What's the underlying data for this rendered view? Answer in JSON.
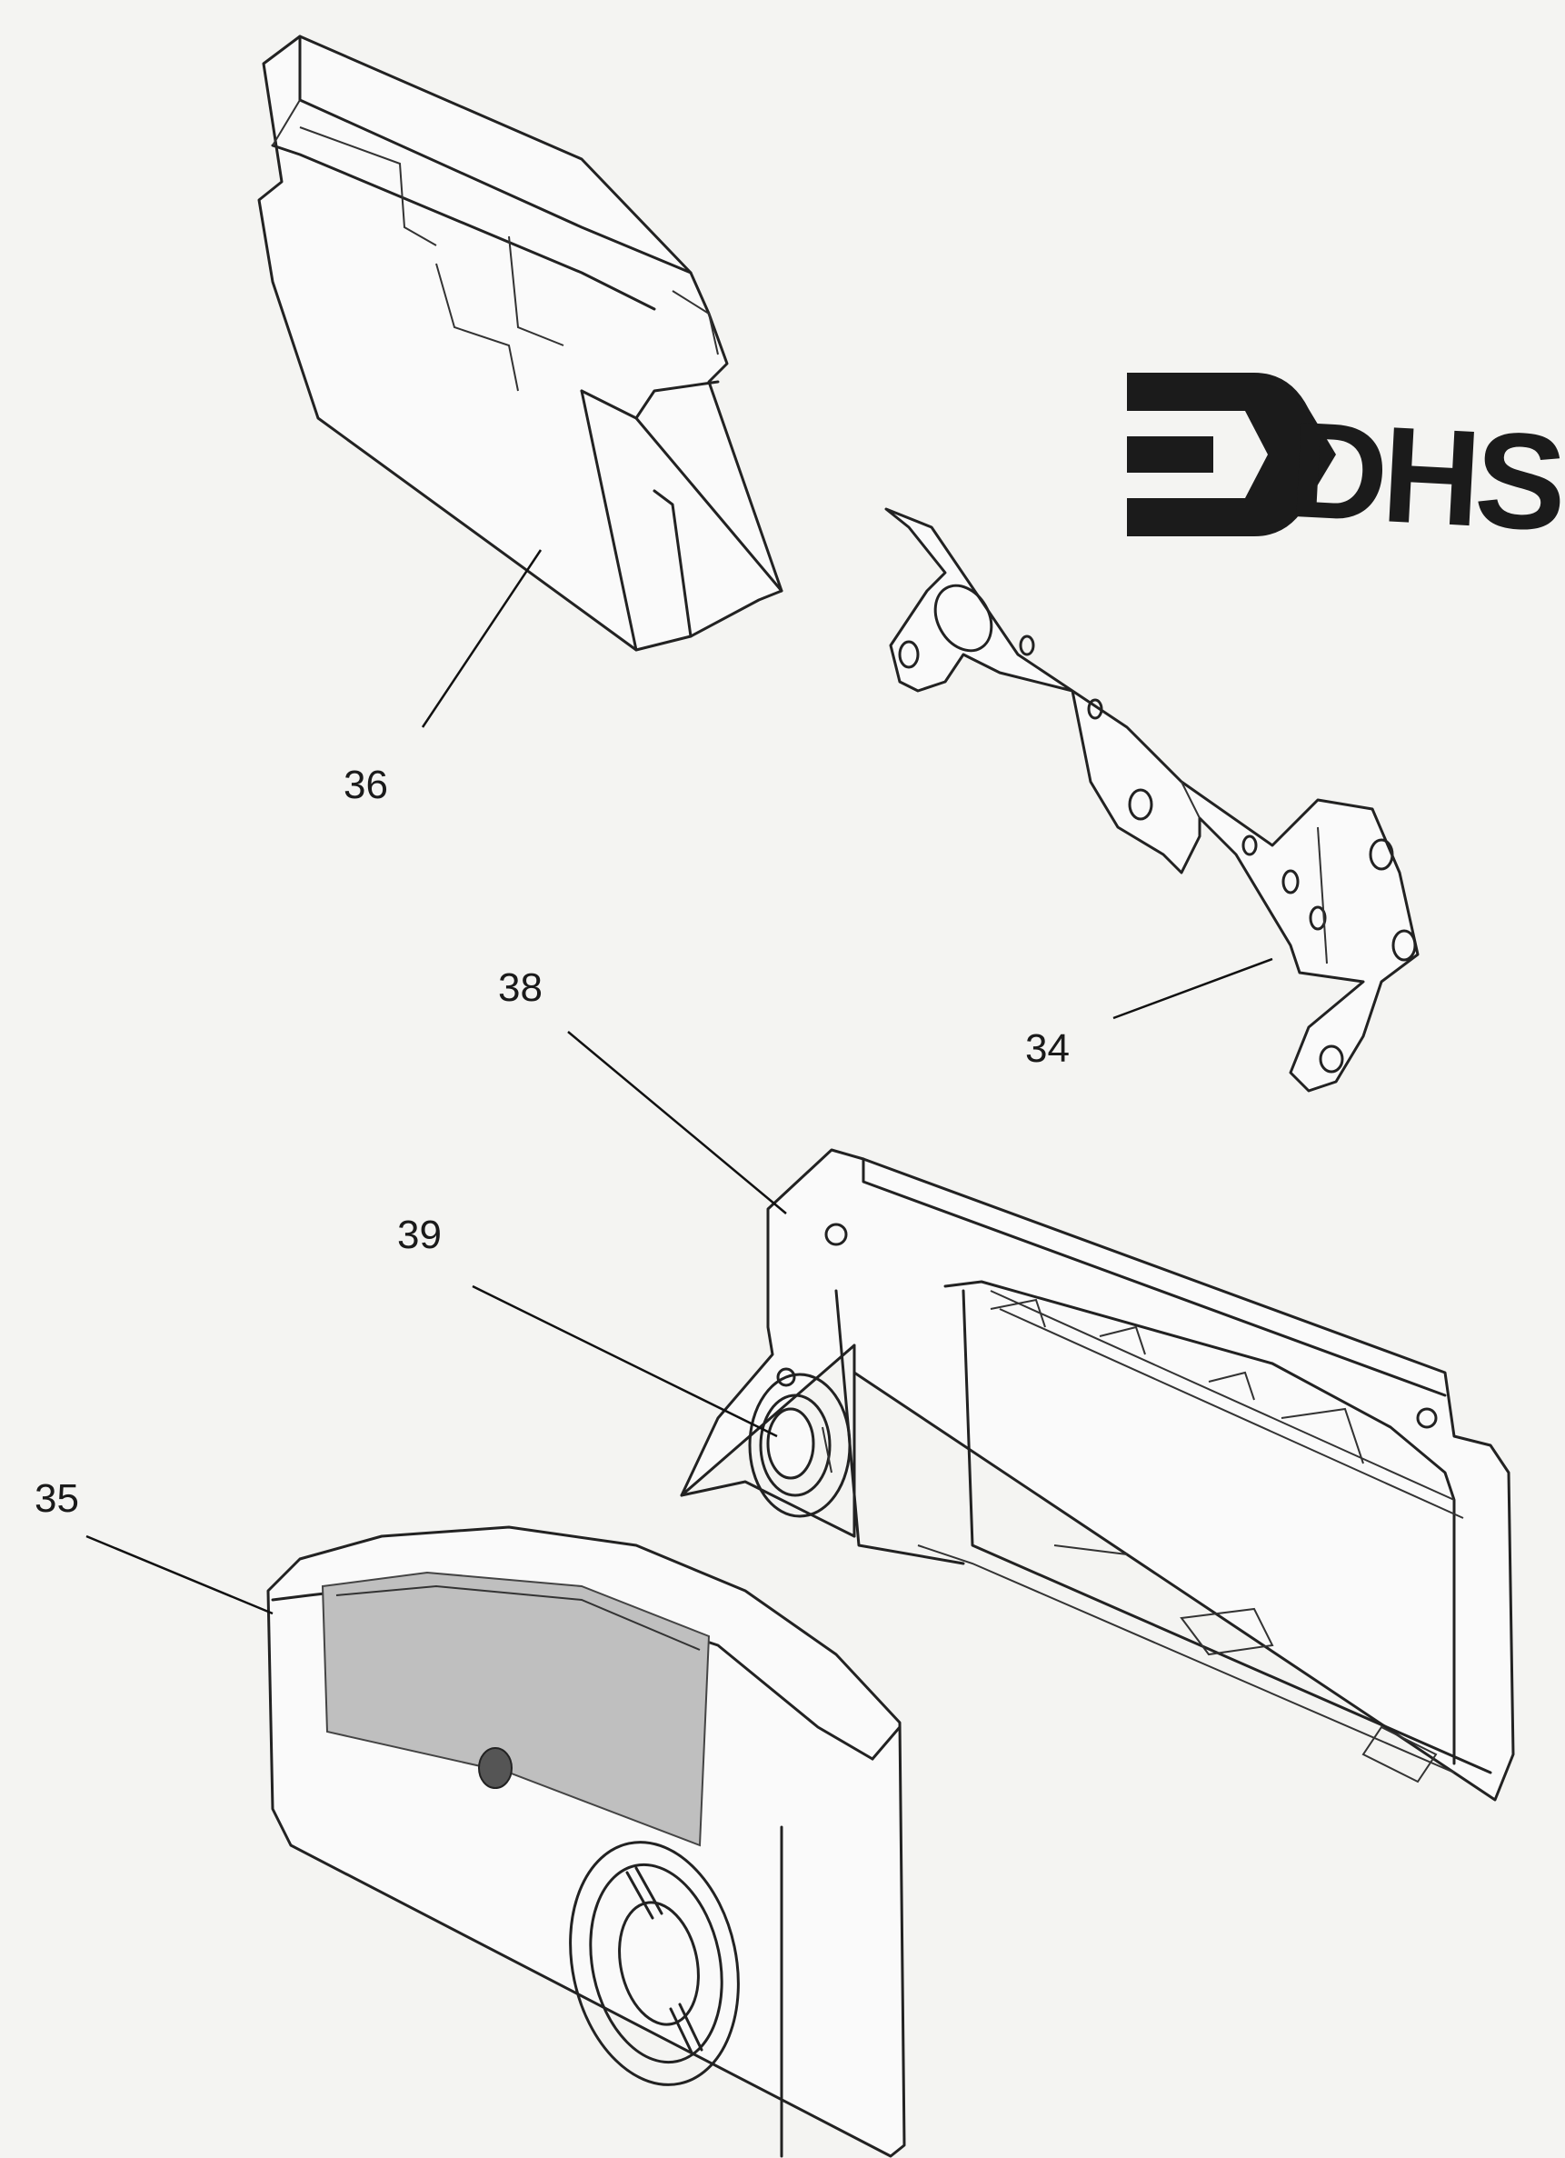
{
  "logo": {
    "text": "DHS"
  },
  "parts": [
    {
      "id": "p36",
      "label": "36"
    },
    {
      "id": "p34",
      "label": "34"
    },
    {
      "id": "p38",
      "label": "38"
    },
    {
      "id": "p39",
      "label": "39"
    },
    {
      "id": "p35",
      "label": "35"
    }
  ]
}
